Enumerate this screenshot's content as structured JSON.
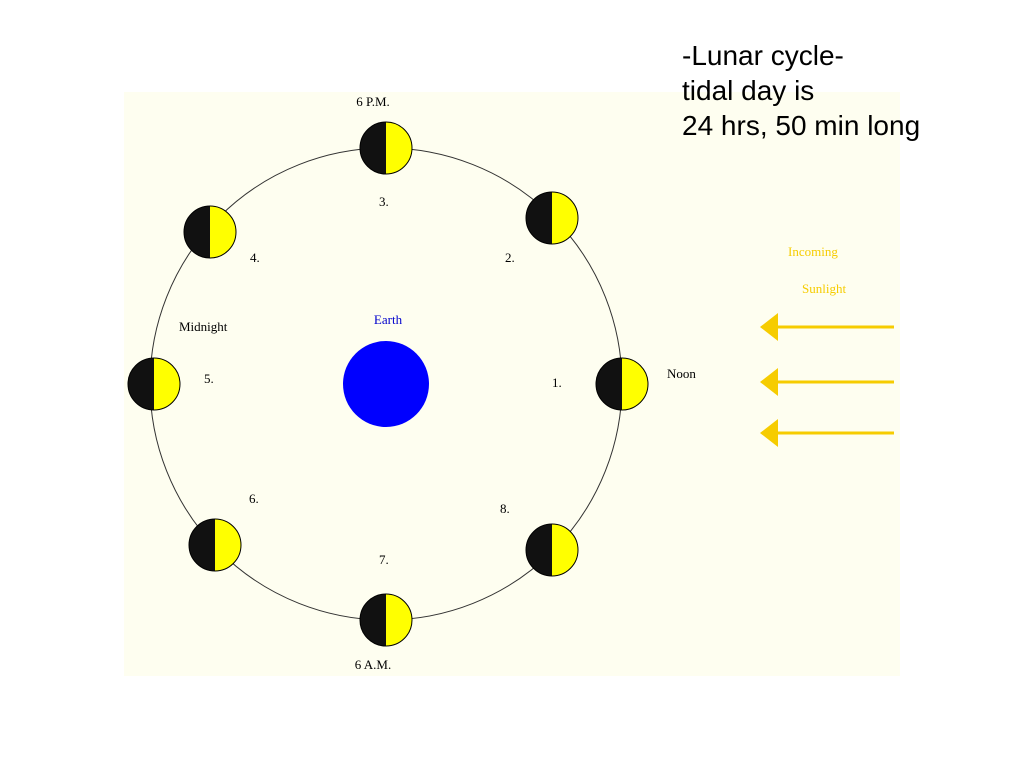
{
  "title": {
    "line1": "-Lunar cycle-",
    "line2": "tidal day is",
    "line3": "24 hrs, 50 min long"
  },
  "diagram": {
    "earth_label": "Earth",
    "time_labels": {
      "top": "6 P.M.",
      "bottom": "6 A.M.",
      "left": "Midnight",
      "right": "Noon"
    },
    "position_numbers": [
      "1.",
      "2.",
      "3.",
      "4.",
      "5.",
      "6.",
      "7.",
      "8."
    ],
    "sunlight_label_line1": "Incoming",
    "sunlight_label_line2": "Sunlight",
    "colors": {
      "earth": "#0000ff",
      "moon_lit": "#ffff00",
      "moon_dark": "#111111",
      "sunlight_arrow": "#f6cc00",
      "panel_background": "#fefef0"
    }
  }
}
